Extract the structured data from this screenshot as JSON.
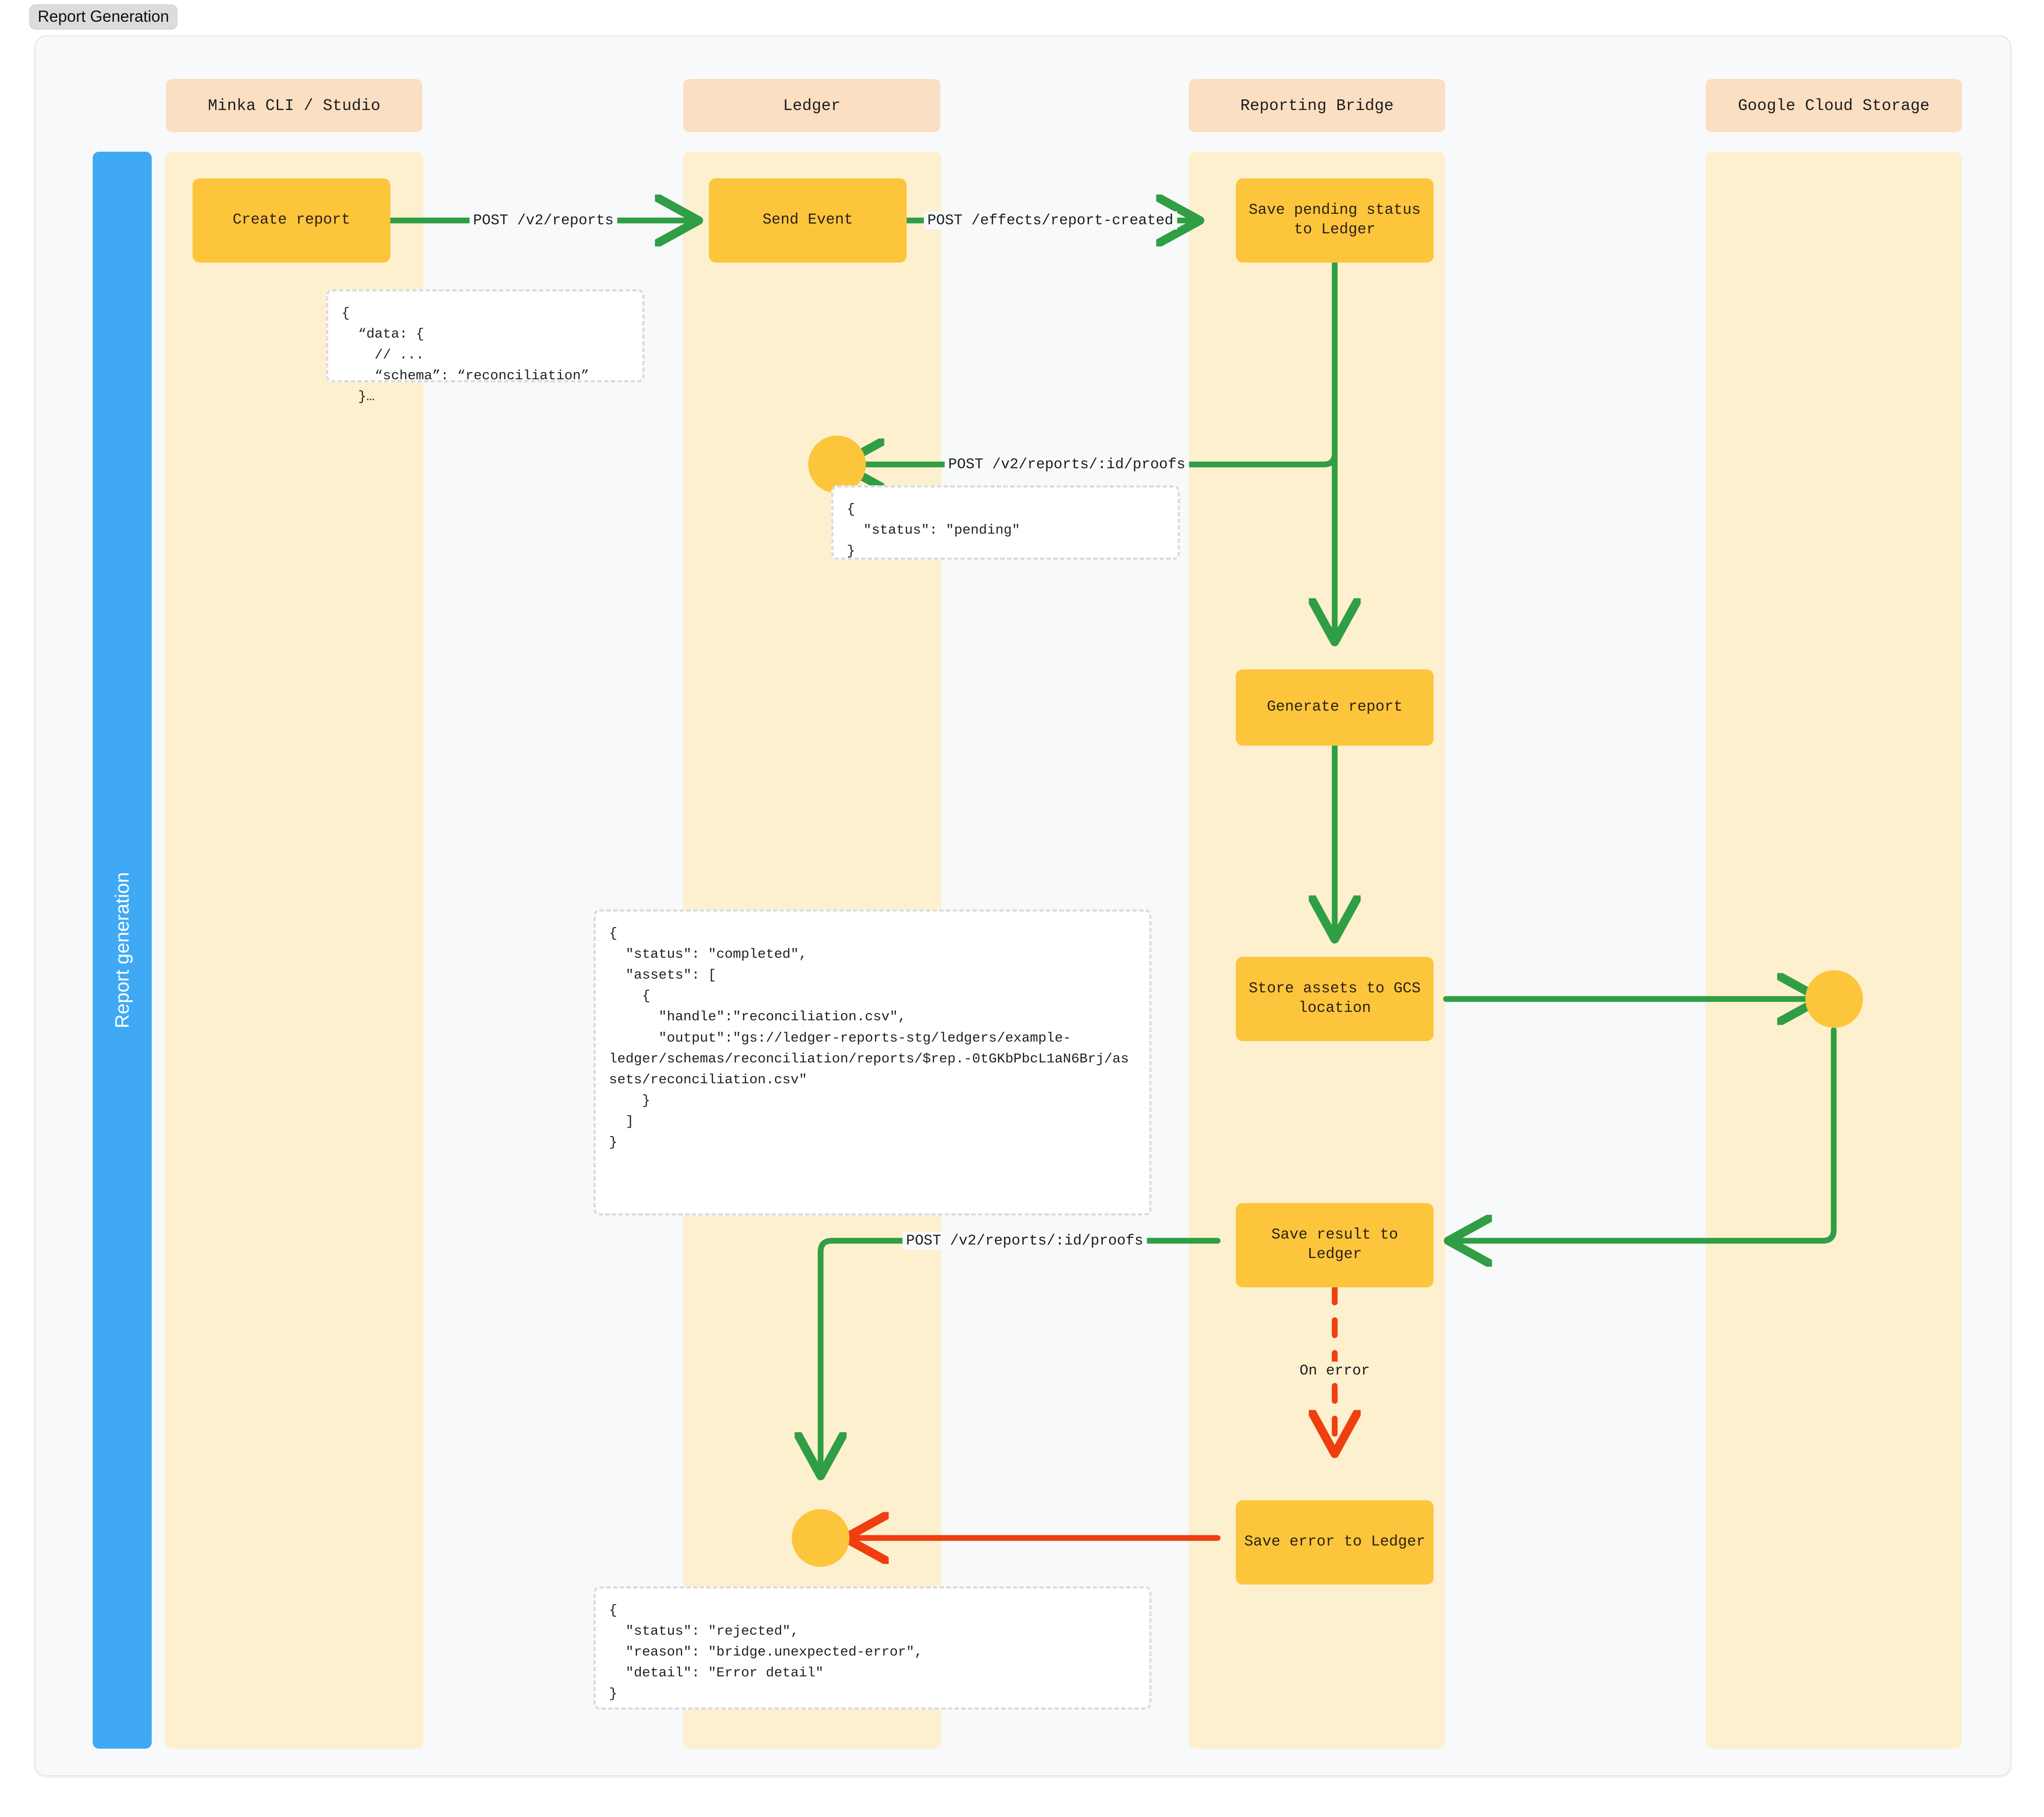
{
  "tab": {
    "label": "Report Generation"
  },
  "band": {
    "label": "Report generation",
    "color": "#3fa9f5"
  },
  "colors": {
    "lane": "#fdf0cf",
    "header": "#fbdfc3",
    "node": "#fdc53c",
    "flow_green": "#2f9e44",
    "flow_red": "#f03e0f",
    "note_border": "#dcdcdc",
    "canvas": "#f8f9fa"
  },
  "columns": [
    {
      "label": "Minka CLI / Studio"
    },
    {
      "label": "Ledger"
    },
    {
      "label": "Reporting Bridge"
    },
    {
      "label": "Google Cloud Storage"
    }
  ],
  "nodes": [
    {
      "id": "create-report",
      "label": "Create report"
    },
    {
      "id": "send-event",
      "label": "Send Event"
    },
    {
      "id": "save-pending",
      "label": "Save pending status to Ledger"
    },
    {
      "id": "generate-report",
      "label": "Generate report"
    },
    {
      "id": "store-assets",
      "label": "Store assets to GCS location"
    },
    {
      "id": "save-result",
      "label": "Save result to Ledger"
    },
    {
      "id": "save-error",
      "label": "Save error to Ledger"
    }
  ],
  "edge_labels": [
    {
      "id": "post-v2-reports",
      "text": "POST /v2/reports"
    },
    {
      "id": "post-effects-created",
      "text": "POST /effects/report-created"
    },
    {
      "id": "post-proofs-pending",
      "text": "POST /v2/reports/:id/proofs"
    },
    {
      "id": "post-proofs-result",
      "text": "POST /v2/reports/:id/proofs"
    },
    {
      "id": "on-error",
      "text": "On error"
    }
  ],
  "notes": [
    {
      "id": "note-request-payload",
      "text": "{\n  “data: {\n    // ...\n    “schema”: “reconciliation”\n  }…"
    },
    {
      "id": "note-pending-proof",
      "text": "{\n  \"status\": \"pending\"\n}"
    },
    {
      "id": "note-completed-proof",
      "text": "{\n  \"status\": \"completed\",\n  \"assets\": [\n    {\n      \"handle\":\"reconciliation.csv\",\n      \"output\":\"gs://ledger-reports-stg/ledgers/example-ledger/schemas/reconciliation/reports/$rep.-0tGKbPbcL1aN6Brj/assets/reconciliation.csv\"\n    }\n  ]\n}"
    },
    {
      "id": "note-rejected-proof",
      "text": "{\n  \"status\": \"rejected\",\n  \"reason\": \"bridge.unexpected-error\",\n  \"detail\": \"Error detail\"\n}"
    }
  ]
}
